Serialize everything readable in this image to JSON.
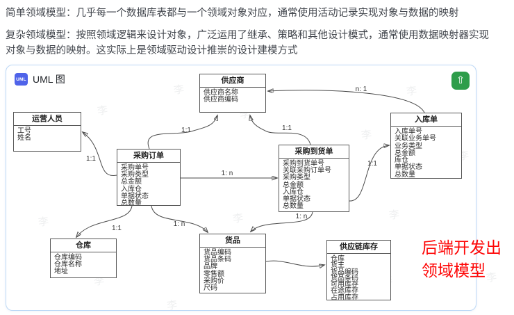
{
  "intro": {
    "p1": "简单领域模型：几乎每一个数据库表都与一个领域对象对应，通常使用活动记录实现对象与数据的映射",
    "p2": "复杂领域模型：按照领域逻辑来设计对象，广泛运用了继承、策略和其他设计模式，通常使用数据映射器实现对象与数据的映射。这实际上是领域驱动设计推崇的设计建模方式"
  },
  "card": {
    "badge": "UML",
    "title": "UML 图",
    "upload_icon": "⇧"
  },
  "entities": [
    {
      "id": "supplier",
      "title": "供应商",
      "fields": [
        "供应商名称",
        "供应商编码"
      ]
    },
    {
      "id": "opstaff",
      "title": "运营人员",
      "fields": [
        "工号",
        "姓名"
      ]
    },
    {
      "id": "inbound",
      "title": "入库单",
      "fields": [
        "入库单号",
        "关联业务单号",
        "业务类型",
        "总金额",
        "库仓",
        "单据状态",
        "总数量"
      ]
    },
    {
      "id": "po",
      "title": "采购订单",
      "fields": [
        "采购单号",
        "采购类型",
        "总金额",
        "入库仓",
        "单据状态",
        "总数量"
      ]
    },
    {
      "id": "pao",
      "title": "采购到货单",
      "fields": [
        "采购到货单号",
        "关联采购订单号",
        "采购类型",
        "总金额",
        "入库仓",
        "单据状态",
        "总数量"
      ]
    },
    {
      "id": "warehouse",
      "title": "仓库",
      "fields": [
        "仓库编码",
        "仓库名称",
        "地址"
      ]
    },
    {
      "id": "goods",
      "title": "货品",
      "fields": [
        "货品编码",
        "货品条码",
        "品牌",
        "零售额",
        "采购价",
        "尺码"
      ]
    },
    {
      "id": "sci",
      "title": "供应链库存",
      "fields": [
        "仓库",
        "货主",
        "货品编码",
        "货品条码",
        "可用库存",
        "在途库存",
        "占用库存"
      ]
    }
  ],
  "connections": [
    {
      "from": "po",
      "to": "opstaff",
      "label": "1:1"
    },
    {
      "from": "po",
      "to": "supplier",
      "label": "1:1"
    },
    {
      "from": "pao",
      "to": "supplier",
      "label": "1:1"
    },
    {
      "from": "po",
      "to": "pao",
      "label": "1: n"
    },
    {
      "from": "pao",
      "to": "inbound",
      "label": "1:1"
    },
    {
      "from": "inbound",
      "to": "supplier",
      "label": "n: 1"
    },
    {
      "from": "po",
      "to": "warehouse",
      "label": "1:1"
    },
    {
      "from": "po",
      "to": "goods",
      "label": "1: n"
    },
    {
      "from": "pao",
      "to": "goods",
      "label": "1: n"
    },
    {
      "from": "goods",
      "to": "sci",
      "label": ""
    }
  ],
  "annotation": {
    "line1": "后端开发出",
    "line2": "领域模型",
    "color": "#fe0505"
  },
  "watermark_char": "李",
  "colors": {
    "badge_blue": "#4f63e9",
    "button_green": "#2e9d4a",
    "card_border": "#bcd8f6",
    "annotation_red": "#fe0505",
    "line_gray": "#4a4a4a"
  }
}
